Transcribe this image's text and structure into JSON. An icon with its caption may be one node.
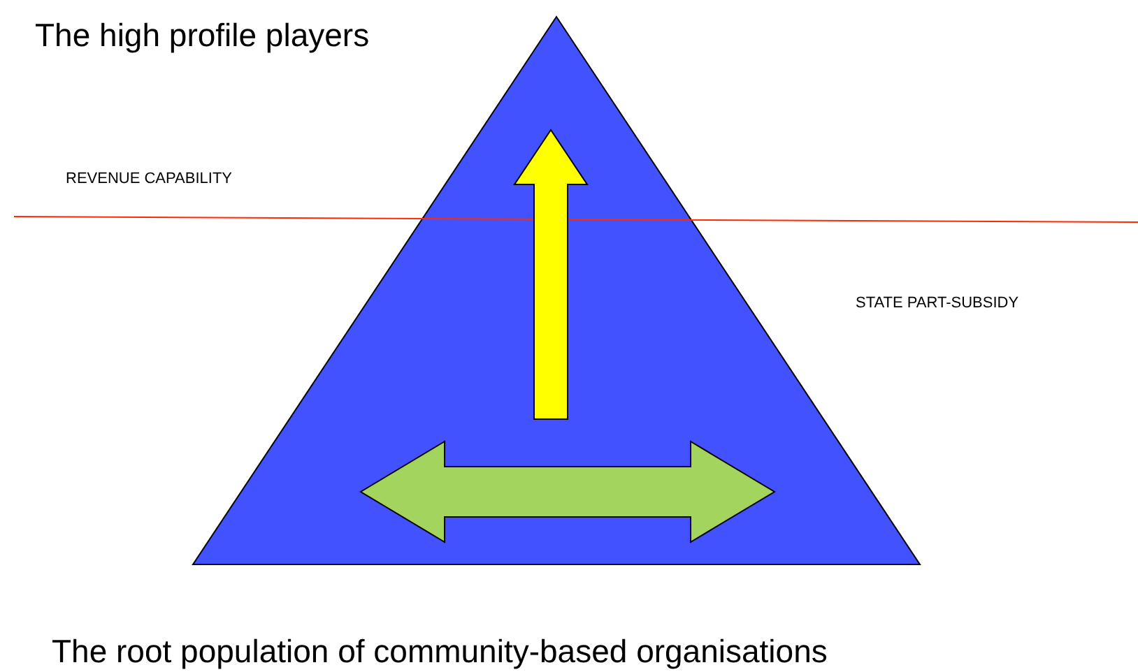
{
  "diagram": {
    "labels": [
      "The high profile players",
      "REVENUE CAPABILITY",
      "STATE PART-SUBSIDY",
      "The root population of community-based organisations"
    ]
  }
}
